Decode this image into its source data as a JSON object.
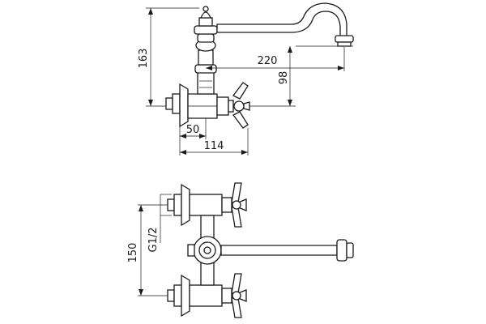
{
  "dimensions": {
    "height_overall": "163",
    "spout_reach": "220",
    "spout_height": "98",
    "wall_to_valve": "50",
    "total_depth": "114",
    "center_distance": "150",
    "thread": "G1/2"
  }
}
